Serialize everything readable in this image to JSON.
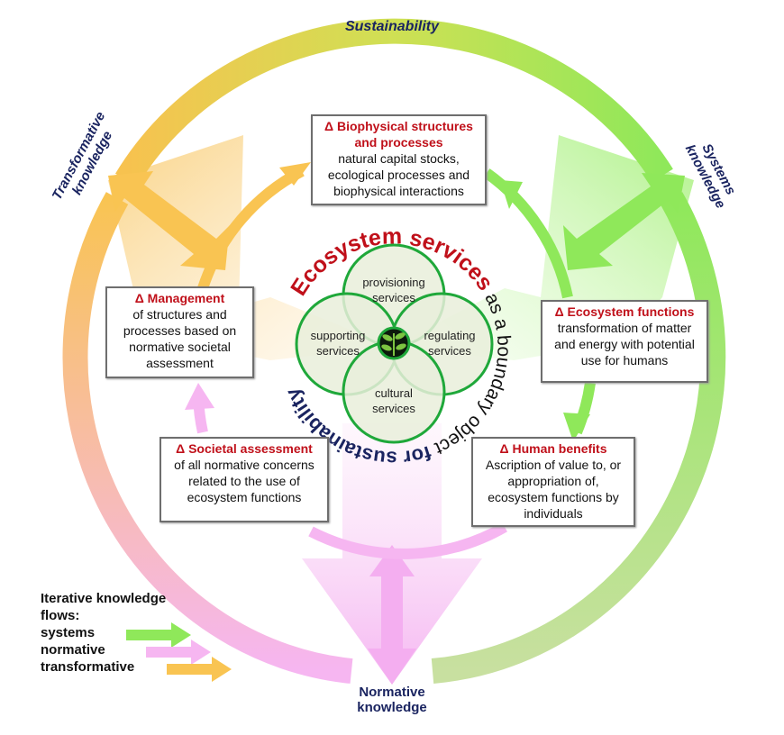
{
  "colors": {
    "systems": "#8fe85a",
    "normative": "#f6b6f1",
    "transformative": "#f9c452",
    "title_red": "#c0101a",
    "navy": "#1a2460",
    "venn_stroke": "#1fa83a",
    "venn_fill": "#e9eedb"
  },
  "ring_labels": {
    "top": "Sustainability",
    "left": "Transformative knowledge",
    "right": "Systems knowledge",
    "bottom": "Normative knowledge"
  },
  "center": {
    "arc_red": "Ecosystem services",
    "arc_black": " as a boundary object ",
    "arc_navy": "for sustainability",
    "services": [
      "provisioning services",
      "supporting services",
      "regulating services",
      "cultural services"
    ],
    "center_icon": "plant-seedling-icon"
  },
  "boxes": {
    "biophysical": {
      "title": "Δ Biophysical structures and processes",
      "body": "natural capital stocks, ecological processes and biophysical interactions"
    },
    "management": {
      "title": "Δ Management",
      "body": "of structures and processes based on normative societal assessment"
    },
    "functions": {
      "title": "Δ Ecosystem functions",
      "body": "transformation of matter and energy with potential use for humans"
    },
    "societal": {
      "title": "Δ Societal assessment",
      "body": "of all normative concerns related to the use of ecosystem functions"
    },
    "benefits": {
      "title": "Δ Human benefits",
      "body": "Ascription of value to, or appropriation of, ecosystem functions by individuals"
    }
  },
  "legend": {
    "title": "Iterative knowledge flows:",
    "items": [
      "systems",
      "normative",
      "transformative"
    ]
  }
}
